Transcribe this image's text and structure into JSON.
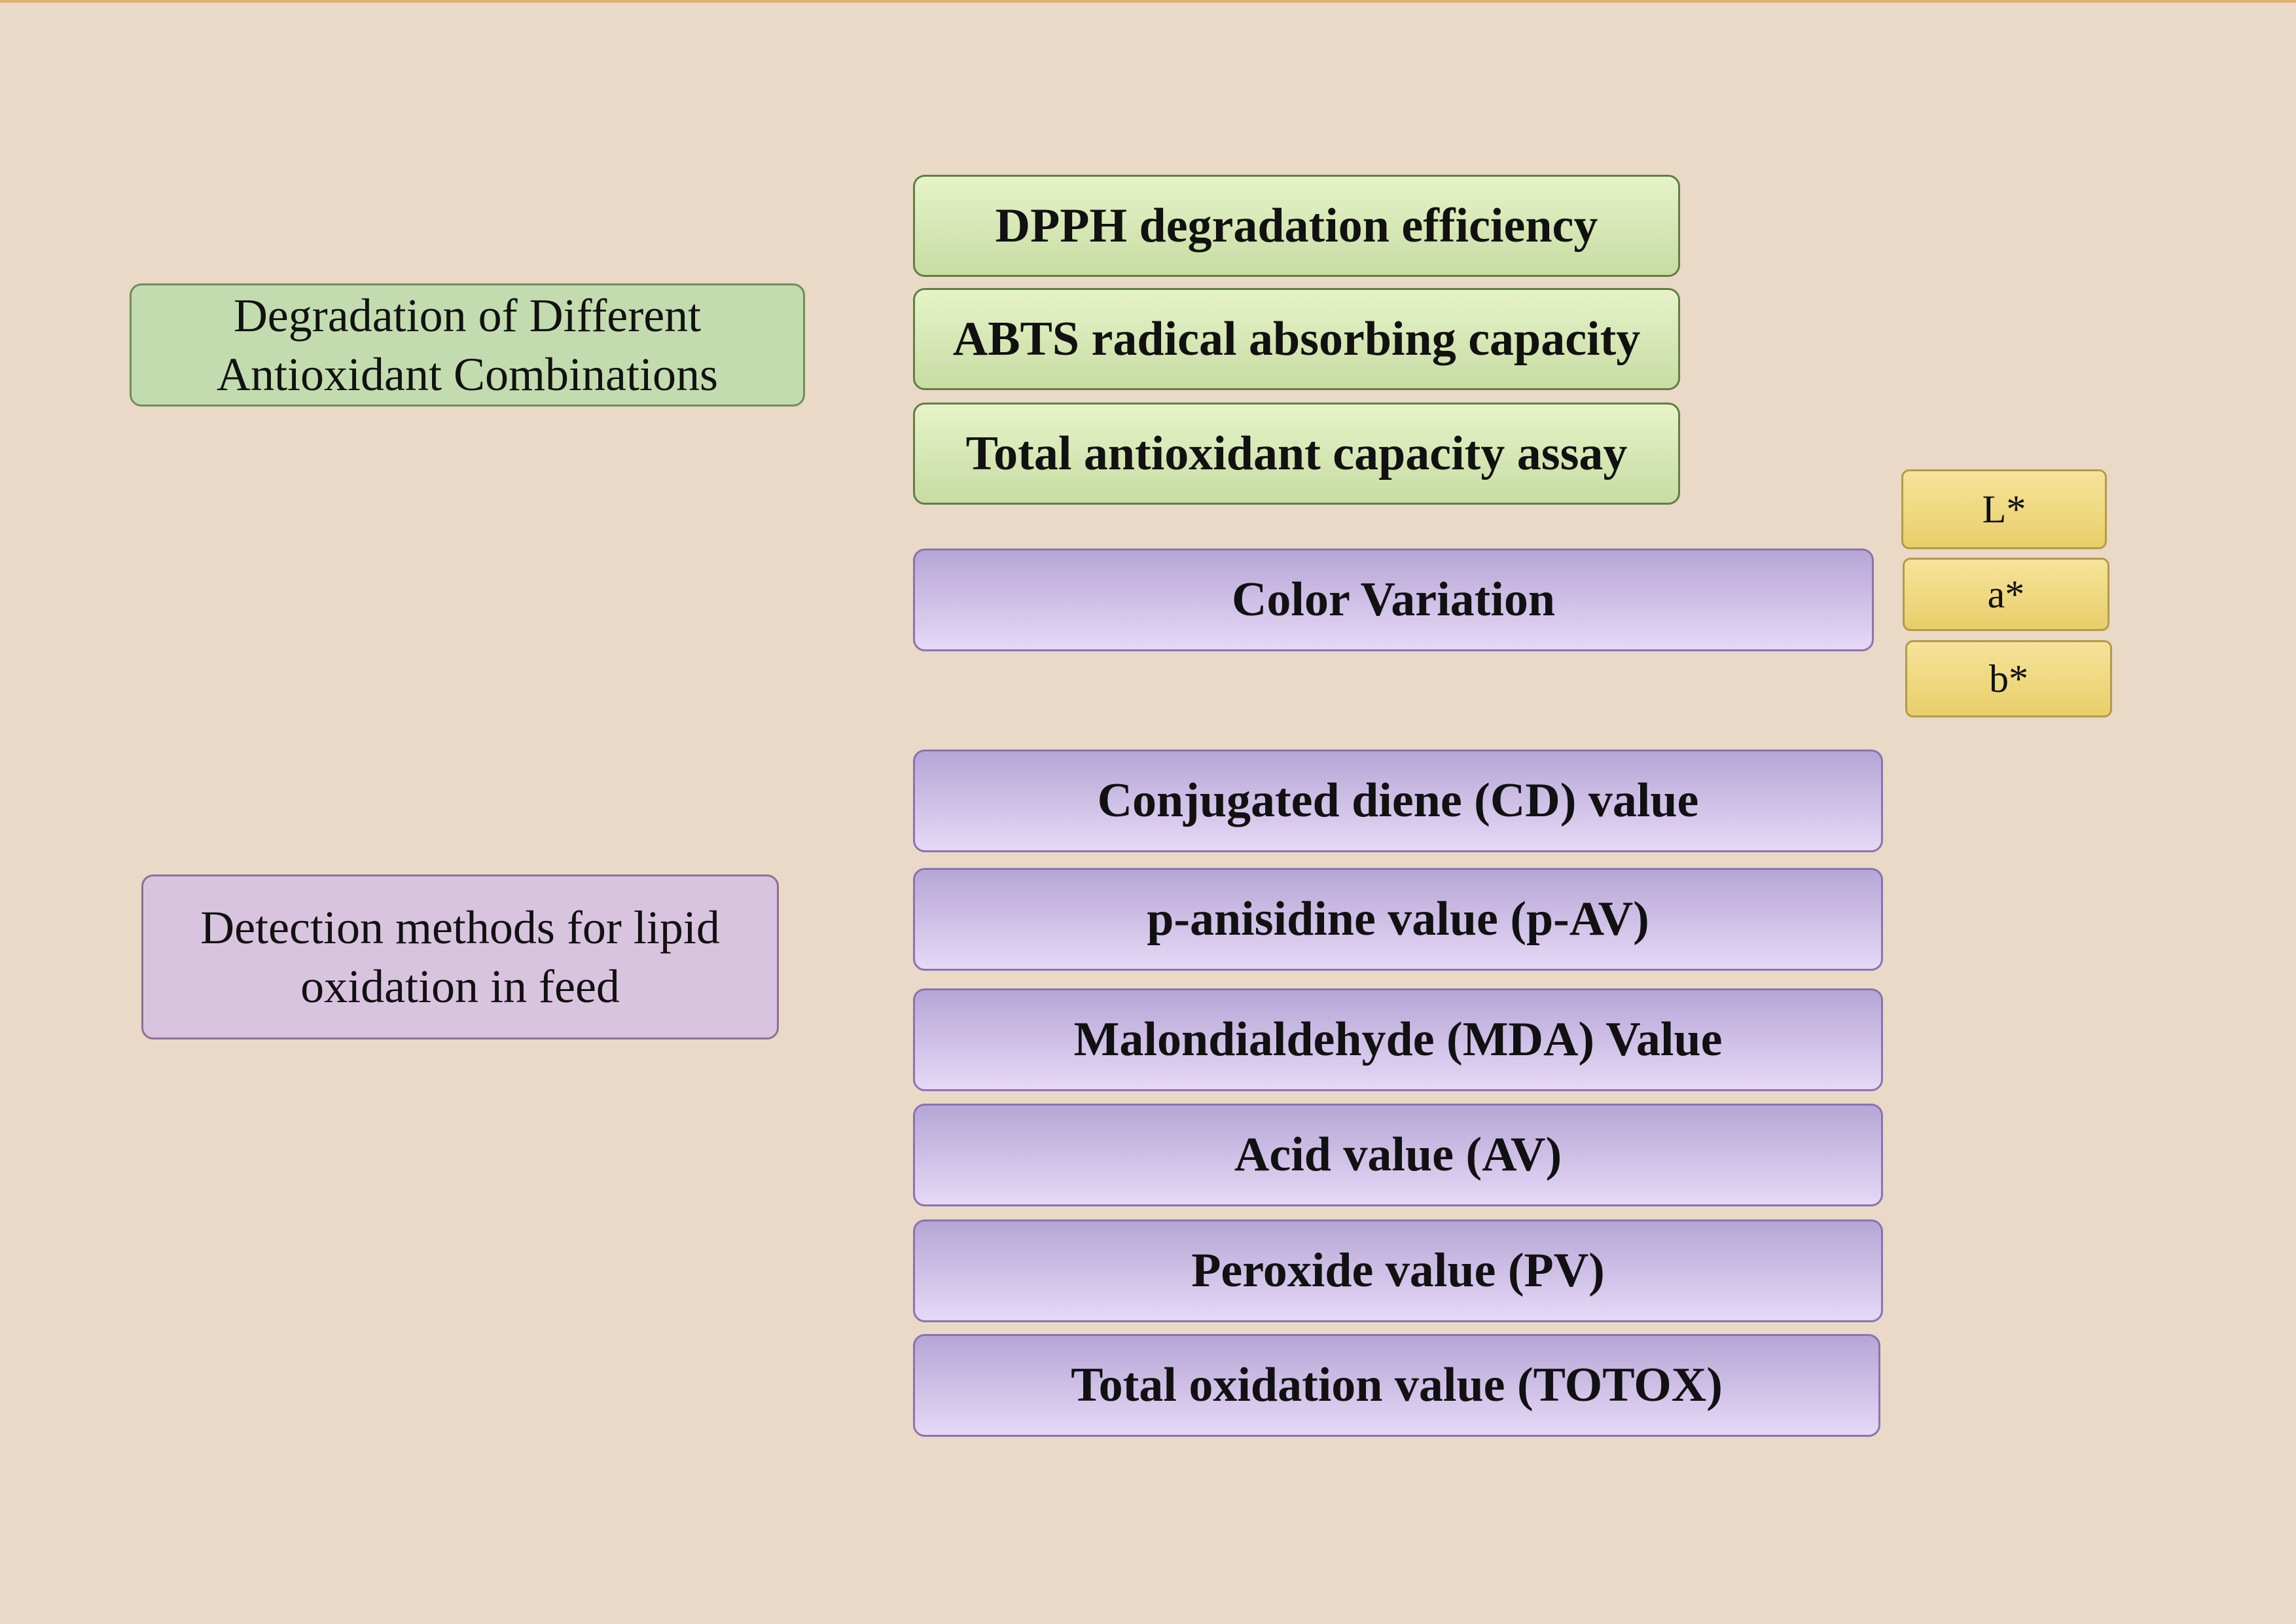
{
  "categories": {
    "antioxidant": "Degradation of Different Antioxidant Combinations",
    "lipid": "Detection methods for lipid oxidation in feed"
  },
  "antioxidant_methods": [
    "DPPH degradation efficiency",
    "ABTS radical absorbing capacity",
    "Total antioxidant capacity assay"
  ],
  "color_variation": {
    "label": "Color Variation",
    "components": [
      "L*",
      "a*",
      "b*"
    ]
  },
  "lipid_methods": [
    "Conjugated diene (CD) value",
    "p-anisidine value (p-AV)",
    "Malondialdehyde (MDA) Value",
    "Acid value (AV)",
    "Peroxide value (PV)",
    "Total oxidation value (TOTOX)"
  ],
  "colors": {
    "background": "#e9d9c6",
    "green_box": "#c3dcaf",
    "purple_box": "#d9c4df",
    "method_green": "#d6e8b6",
    "method_purple": "#cdbfe6",
    "yellow_box": "#efd97f"
  }
}
